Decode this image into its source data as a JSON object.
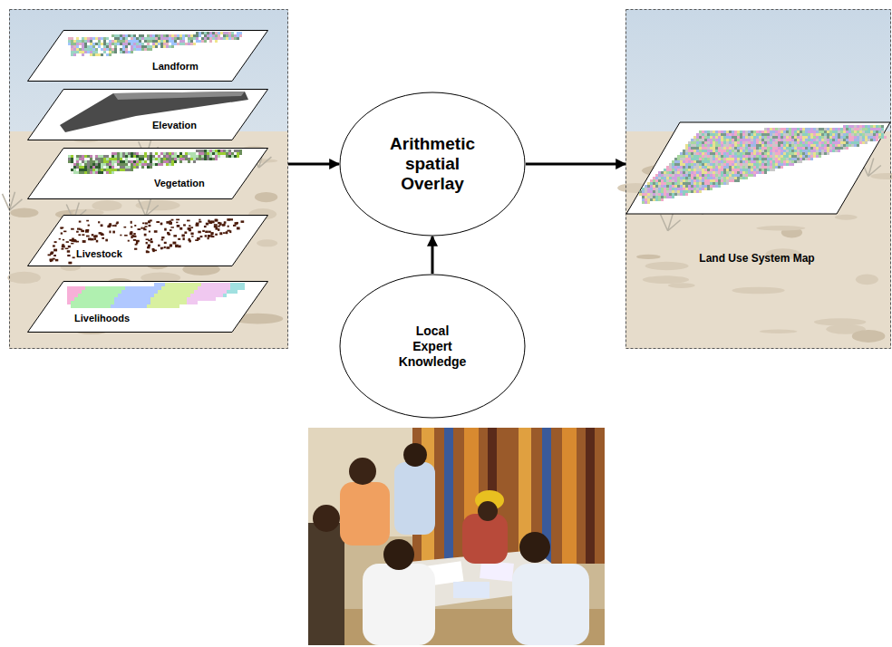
{
  "diagram": {
    "nodes": [
      {
        "text": []
      },
      {
        "text": [
          "Landform"
        ],
        "in": 0
      },
      {
        "text": [
          "Elevation"
        ],
        "in": 0
      },
      {
        "text": [
          "Vegetation"
        ],
        "in": 0
      },
      {
        "text": [
          "Livestock"
        ],
        "in": 0
      },
      {
        "text": [
          "Livelihoods"
        ],
        "in": 0
      },
      {
        "text": [
          "Arithmetic spatial Overlay"
        ]
      },
      {
        "text": [
          "Land Use System Map"
        ]
      },
      {
        "text": [
          "Local Expert Knowledge"
        ]
      }
    ],
    "edges": [
      {
        "from": 0,
        "to": 6,
        "arrow": "to"
      },
      {
        "from": 6,
        "to": 7,
        "arrow": "to"
      },
      {
        "from": 8,
        "to": 6,
        "arrow": "to"
      }
    ]
  }
}
